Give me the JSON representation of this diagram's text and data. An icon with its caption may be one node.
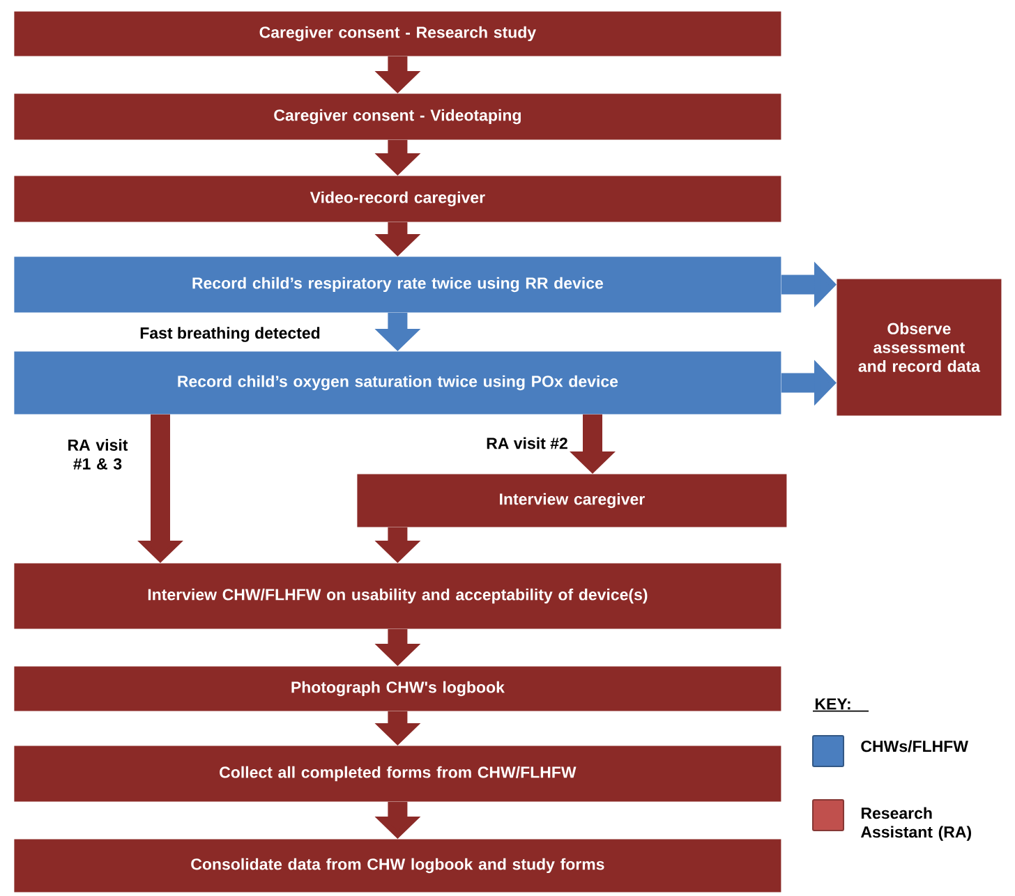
{
  "diagram": {
    "nodes": [
      {
        "text": [
          "Caregiver consent  - Research study"
        ]
      },
      {
        "text": [
          "Caregiver consent  -  Videotaping"
        ]
      },
      {
        "text": [
          "Video-record caregiver"
        ]
      },
      {
        "text": [
          "Record child’s respiratory rate twice using RR device"
        ]
      },
      {
        "text": [
          "Record child’s oxygen saturation twice using POx device"
        ]
      },
      {
        "text": [
          "Observe assessment and record data"
        ]
      },
      {
        "text": [
          "Interview caregiver"
        ]
      },
      {
        "text": [
          "Interview CHW/FLHFW on usability and acceptability of device(s)"
        ]
      },
      {
        "text": [
          "Photograph CHW's logbook"
        ]
      },
      {
        "text": [
          "Collect all completed forms from CHW/FLHFW"
        ]
      },
      {
        "text": [
          "Consolidate data from CHW logbook and study forms"
        ]
      }
    ],
    "edges": [
      {
        "from": 0,
        "to": 1,
        "arrow": "to"
      },
      {
        "from": 1,
        "to": 2,
        "arrow": "to"
      },
      {
        "from": 2,
        "to": 3,
        "arrow": "to"
      },
      {
        "from": 3,
        "to": 4,
        "arrow": "to",
        "label": "Fast breathing detected",
        "color": "#4a7ebf"
      },
      {
        "from": 3,
        "to": 5,
        "arrow": "to",
        "color": "#4a7ebf"
      },
      {
        "from": 4,
        "to": 5,
        "arrow": "to",
        "color": "#4a7ebf"
      },
      {
        "from": 4,
        "to": 7,
        "arrow": "to",
        "label": "RA visit #1 & 3"
      },
      {
        "from": 4,
        "to": 6,
        "arrow": "to",
        "label": "RA visit #2"
      },
      {
        "from": 6,
        "to": 7,
        "arrow": "to"
      },
      {
        "from": 7,
        "to": 8,
        "arrow": "to"
      },
      {
        "from": 8,
        "to": 9,
        "arrow": "to"
      },
      {
        "from": 9,
        "to": 10,
        "arrow": "to"
      }
    ],
    "labels": [
      "KEY:"
    ],
    "legend": [
      {
        "text": "CHWs/FLHFW",
        "color": "#4a7ebf"
      },
      {
        "text": "Research Assistant (RA)",
        "color": "#c0504d"
      }
    ]
  }
}
